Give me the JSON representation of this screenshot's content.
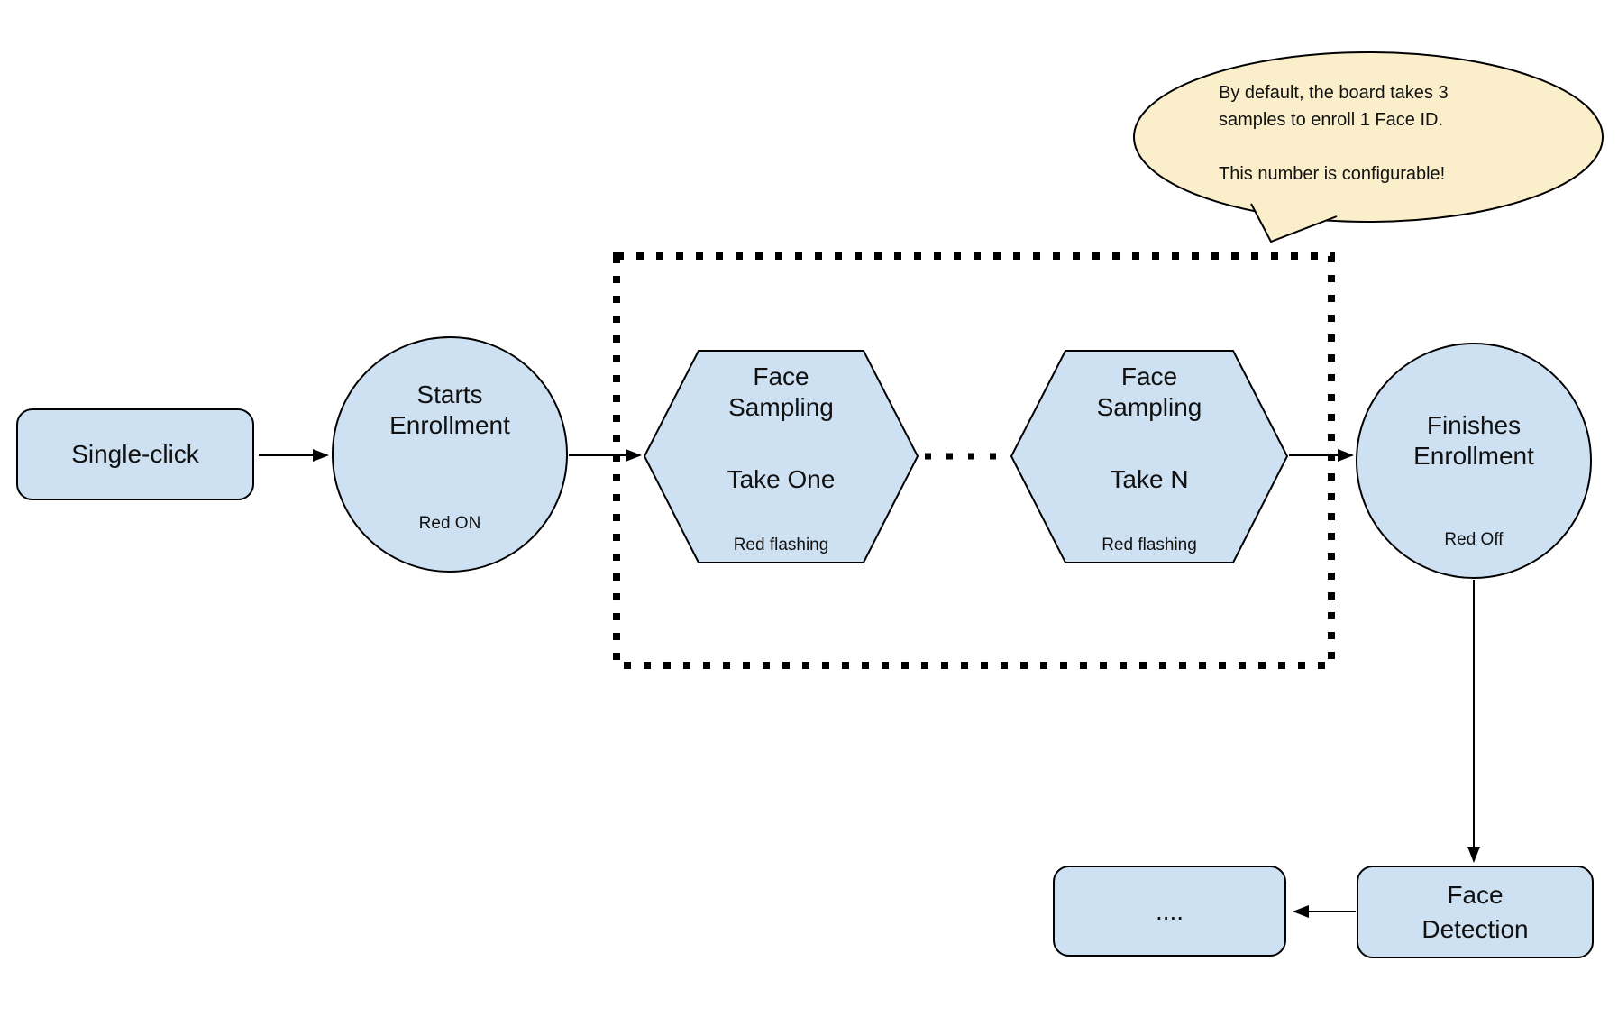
{
  "colors": {
    "background": "#FFFFFF",
    "node_fill": "#CEE1F2",
    "node_border": "#000000",
    "callout_fill": "#FBEFCB",
    "line_color": "#000000"
  },
  "callout": {
    "text": "By default, the board takes 3\nsamples to enroll 1 Face ID.\n\nThis number is configurable!"
  },
  "nodes": {
    "single_click": {
      "label": "Single-click"
    },
    "starts_enrollment": {
      "title": "Starts\nEnrollment",
      "status": "Red ON"
    },
    "face_sampling_1": {
      "title": "Face\nSampling",
      "step": "Take One",
      "status": "Red flashing"
    },
    "face_sampling_n": {
      "title": "Face\nSampling",
      "step": "Take N",
      "status": "Red flashing"
    },
    "finishes_enrollment": {
      "title": "Finishes\nEnrollment",
      "status": "Red Off"
    },
    "ellipsis": {
      "label": "...."
    },
    "face_detection": {
      "label": "Face\nDetection"
    }
  }
}
